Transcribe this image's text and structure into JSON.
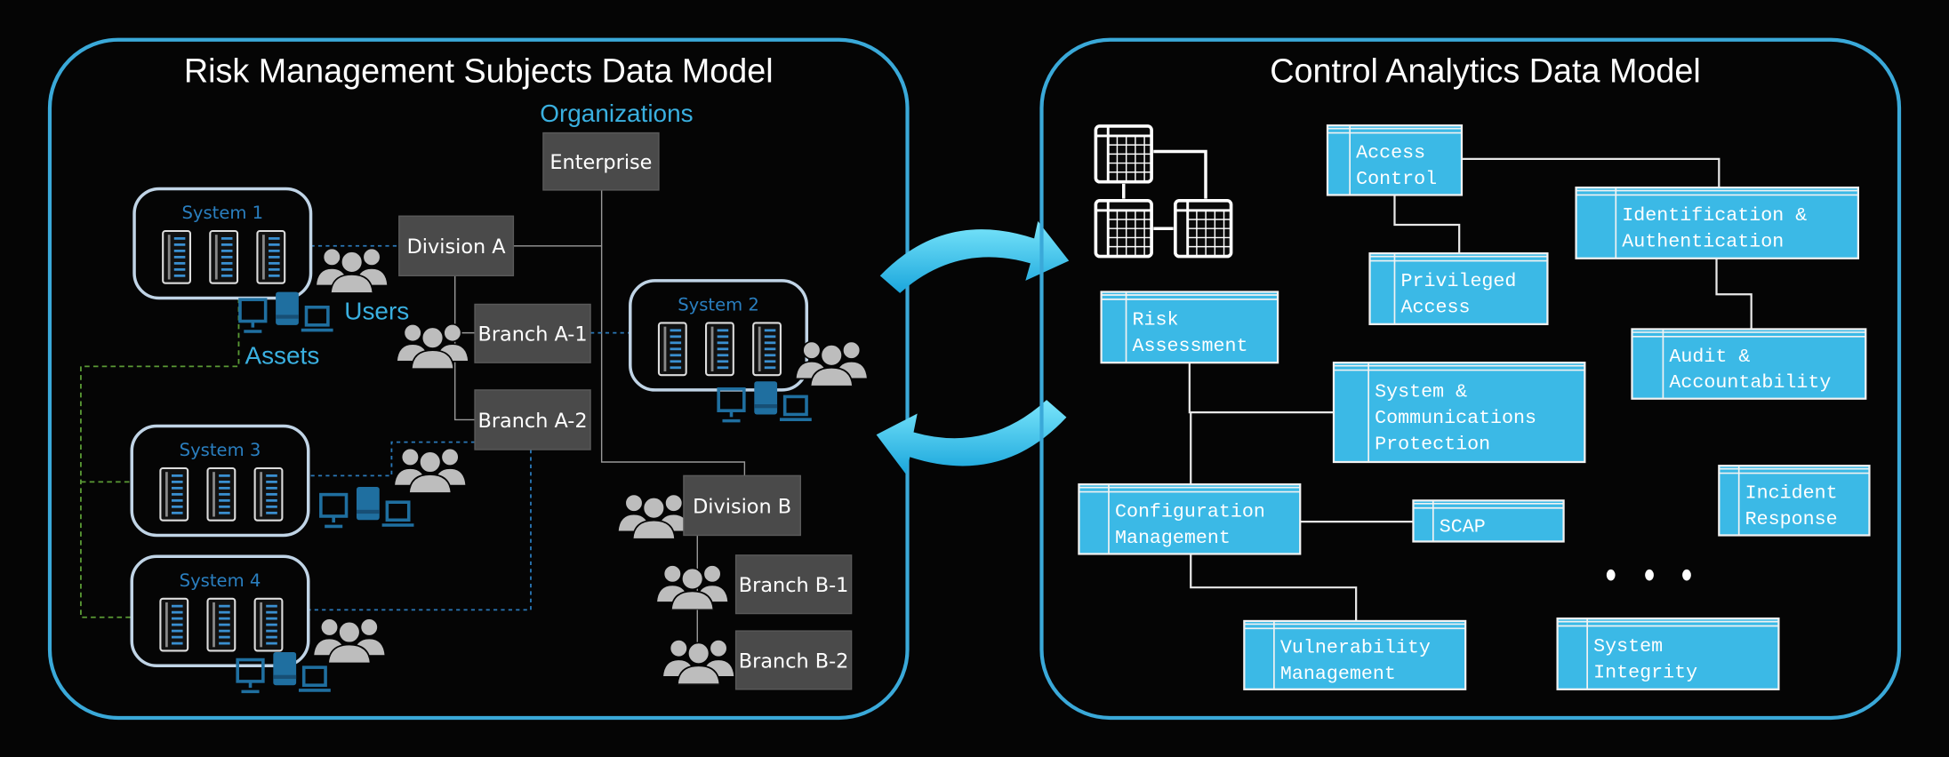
{
  "colors": {
    "background": "#050505",
    "panel_border": "#3aa9d9",
    "org_box": "#4a4a4a",
    "control_box": "#3bb9e6",
    "system_label": "#2a7fc0",
    "asset_icon": "#1f6fa0",
    "arrow": "#4fd2f2"
  },
  "left_panel": {
    "title": "Risk Management Subjects Data Model",
    "organizations_label": "Organizations",
    "users_label": "Users",
    "assets_label": "Assets",
    "org_units": {
      "enterprise": "Enterprise",
      "division_a": "Division A",
      "branch_a1": "Branch A-1",
      "branch_a2": "Branch A-2",
      "division_b": "Division B",
      "branch_b1": "Branch B-1",
      "branch_b2": "Branch B-2"
    },
    "systems": [
      "System 1",
      "System 2",
      "System 3",
      "System 4"
    ],
    "icons": {
      "users": "users-group-icon",
      "server": "server-rack-icon",
      "assets": "computer-assets-icon"
    }
  },
  "sync_arrows": {
    "icon": "bidirectional-sync-arrows-icon"
  },
  "right_panel": {
    "title": "Control Analytics Data Model",
    "icon": "related-tables-icon",
    "controls": {
      "access_control": [
        "Access",
        "Control"
      ],
      "identification": [
        "Identification &",
        "Authentication"
      ],
      "privileged_access": [
        "Privileged",
        "Access"
      ],
      "risk_assessment": [
        "Risk",
        "Assessment"
      ],
      "audit": [
        "Audit &",
        "Accountability"
      ],
      "sc_protection": [
        "System &",
        "Communications",
        "Protection"
      ],
      "incident_response": [
        "Incident",
        "Response"
      ],
      "configuration": [
        "Configuration",
        "Management"
      ],
      "scap": [
        "SCAP"
      ],
      "vulnerability": [
        "Vulnerability",
        "Management"
      ],
      "system_integrity": [
        "System",
        "Integrity"
      ]
    },
    "ellipsis": "more-items-ellipsis"
  }
}
